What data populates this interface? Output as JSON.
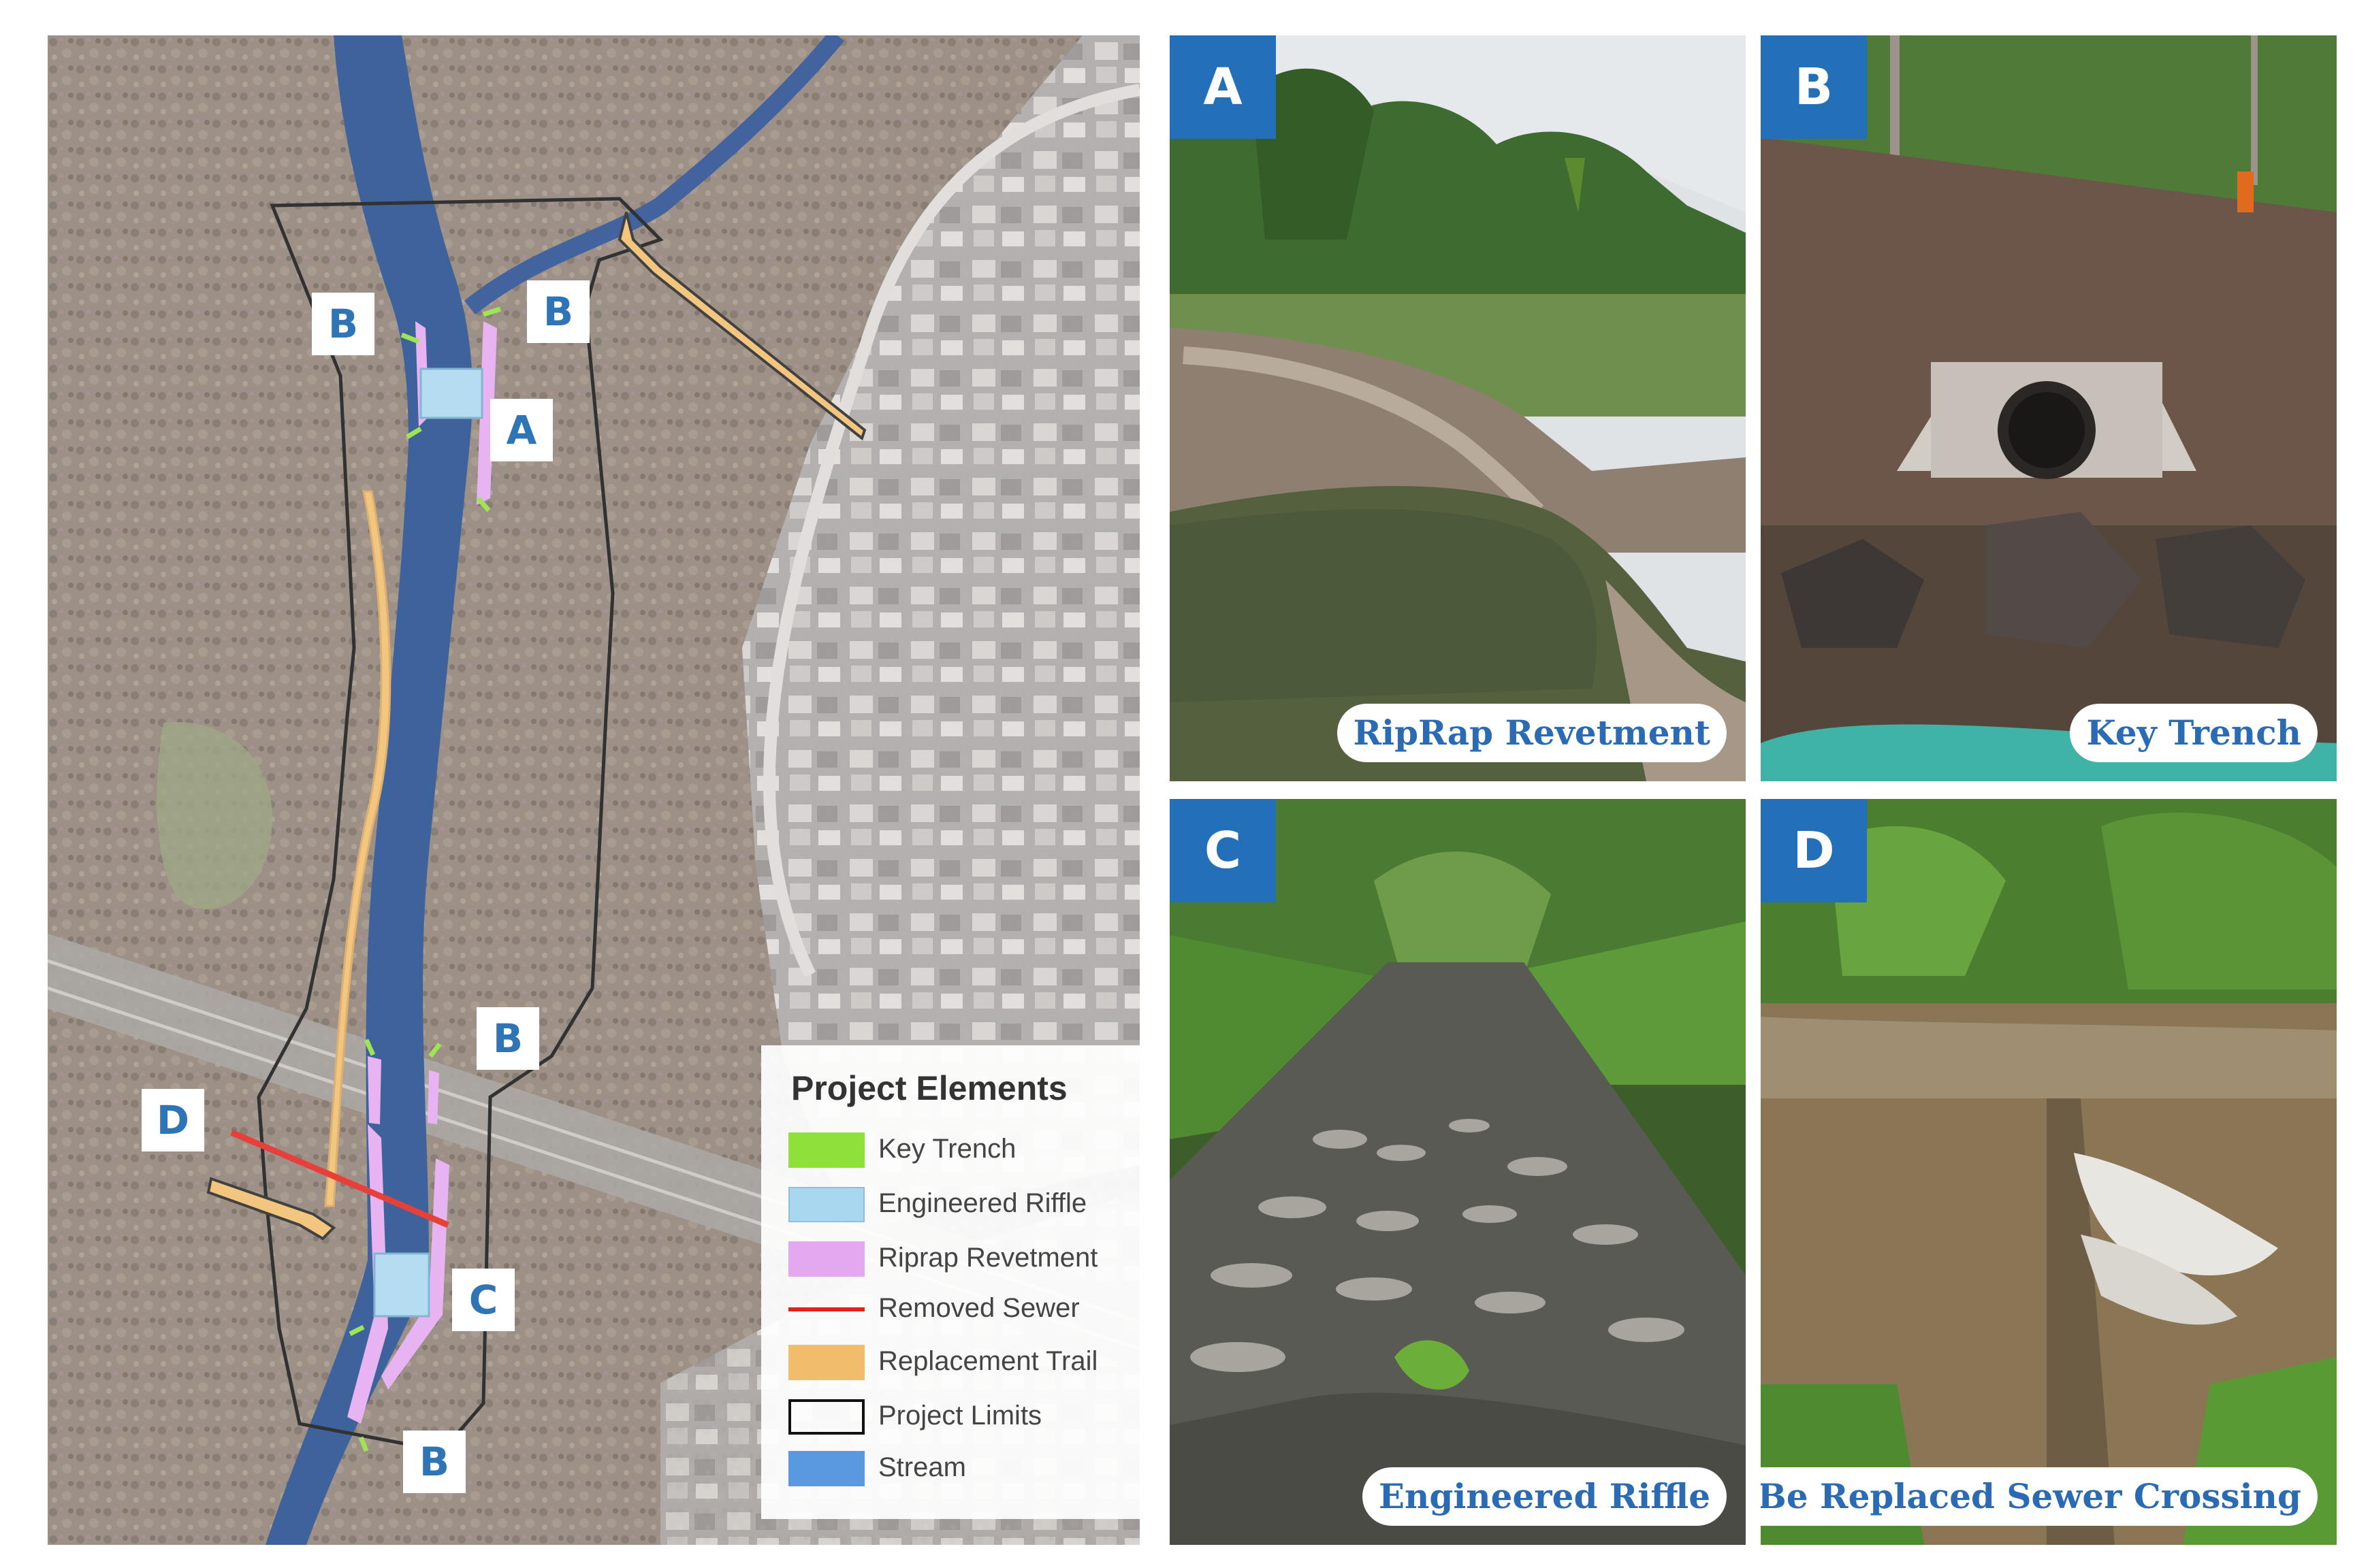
{
  "map": {
    "labels": [
      "A",
      "B",
      "B",
      "B",
      "B",
      "C",
      "D"
    ],
    "legend": {
      "title": "Project Elements",
      "items": [
        {
          "label": "Key Trench",
          "color": "#8fe03a",
          "kind": "fill"
        },
        {
          "label": "Engineered Riffle",
          "color": "#a9d7ef",
          "kind": "fill"
        },
        {
          "label": "Riprap Revetment",
          "color": "#e3a8ef",
          "kind": "fill"
        },
        {
          "label": "Removed Sewer",
          "color": "#e3211b",
          "kind": "line"
        },
        {
          "label": "Replacement Trail",
          "color": "#f2bd6a",
          "kind": "fill"
        },
        {
          "label": "Project Limits",
          "color": "#111111",
          "kind": "outline"
        },
        {
          "label": "Stream",
          "color": "#5a98e0",
          "kind": "fill"
        }
      ]
    }
  },
  "photos": [
    {
      "letter": "A",
      "caption": "RipRap Revetment"
    },
    {
      "letter": "B",
      "caption": "Key Trench"
    },
    {
      "letter": "C",
      "caption": "Engineered Riffle"
    },
    {
      "letter": "D",
      "caption": "To-Be Replaced Sewer Crossing"
    }
  ],
  "colors": {
    "accent": "#2470b8",
    "label_text": "#2f74b5"
  }
}
